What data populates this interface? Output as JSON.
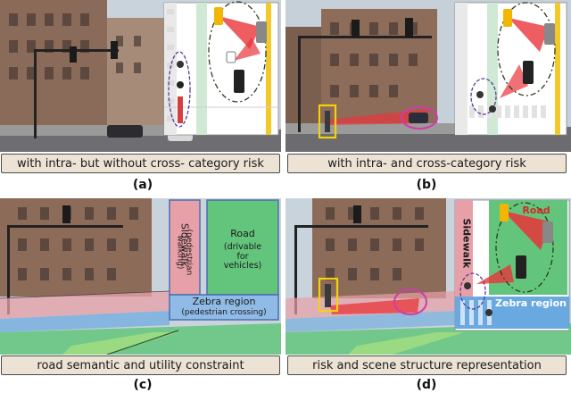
{
  "panels": [
    {
      "id": "a",
      "letter": "(a)",
      "caption": "with intra- but without cross- category risk"
    },
    {
      "id": "b",
      "letter": "(b)",
      "caption": "with intra- and cross-category risk"
    },
    {
      "id": "c",
      "letter": "(c)",
      "caption": "road semantic and utility constraint",
      "labels": {
        "sidewalk": "Sidewalk",
        "sidewalk_sub": "(pedestrian walking)",
        "road": "Road",
        "road_sub": "(drivable for vehicles)",
        "zebra": "Zebra region",
        "zebra_sub": "(pedestrian crossing)"
      }
    },
    {
      "id": "d",
      "letter": "(d)",
      "caption": "risk and scene structure representation",
      "labels": {
        "sidewalk": "Sidewalk",
        "road": "Road",
        "zebra": "Zebra region"
      }
    }
  ],
  "colors": {
    "risk": "#e8353a",
    "sidewalk": "#e8a0a8",
    "road": "#63c47c",
    "zebra": "#6aa8e0",
    "highlight_box": "#f2d30a",
    "pink_ellipse": "#d03ca8",
    "caption_bg": "#ece3d5"
  }
}
